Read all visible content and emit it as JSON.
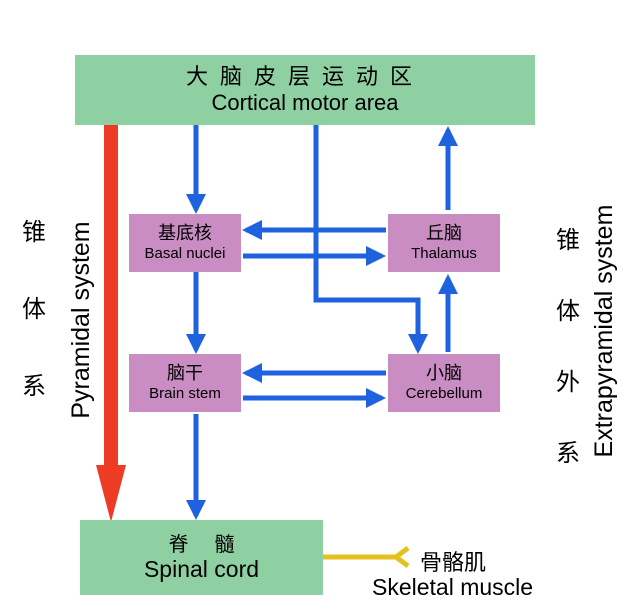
{
  "nodes": {
    "cortex": {
      "cn": "大脑皮层运动区",
      "en": "Cortical motor area"
    },
    "basal_nuclei": {
      "cn": "基底核",
      "en": "Basal nuclei"
    },
    "thalamus": {
      "cn": "丘脑",
      "en": "Thalamus"
    },
    "brain_stem": {
      "cn": "脑干",
      "en": "Brain stem"
    },
    "cerebellum": {
      "cn": "小脑",
      "en": "Cerebellum"
    },
    "spinal_cord": {
      "cn": "脊髓",
      "en": "Spinal cord"
    }
  },
  "labels": {
    "pyramidal": {
      "cn": [
        "锥",
        "体",
        "系"
      ],
      "en": "Pyramidal system"
    },
    "extrapyramidal": {
      "cn": [
        "锥",
        "体",
        "外",
        "系"
      ],
      "en": "Extrapyramidal system"
    },
    "muscle": {
      "cn": "骨骼肌",
      "en": "Skeletal muscle"
    }
  },
  "colors": {
    "pyramidal_arrow": "#ee3b24",
    "extrapyramidal_arrow": "#1f62e0",
    "muscle_connector": "#e6c020",
    "green_box": "#8fd0a3",
    "purple_box": "#c98dc4"
  }
}
